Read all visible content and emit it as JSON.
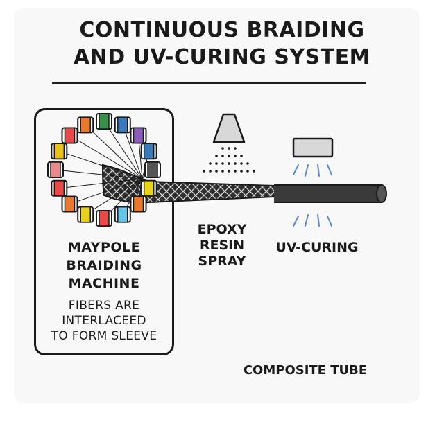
{
  "title": {
    "line1": "CONTINUOUS BRAIDING",
    "line2": "AND UV-CURING SYSTEM"
  },
  "machine": {
    "name_lines": [
      "MAYPOLE",
      "BRAIDING",
      "MACHINE"
    ],
    "desc_lines": [
      "FIBERS ARE",
      "INTERLACEED",
      "TO FORM SLEEVE"
    ],
    "spool_colors": [
      "#3a8f4a",
      "#3a78b8",
      "#8a5bb8",
      "#3a78b8",
      "#555555",
      "#e8d21e",
      "#e87a30",
      "#68c5e8",
      "#e84a4a",
      "#e8d21e",
      "#e87a30",
      "#e84a4a",
      "#e88a8a",
      "#e8c21e",
      "#e84a4a",
      "#e87a30"
    ]
  },
  "spray": {
    "label_lines": [
      "EPOXY",
      "RESIN",
      "SPRAY"
    ]
  },
  "uv": {
    "label": "UV-CURING",
    "lamp_color": "#d8d8d8",
    "ray_color": "#5a8ac8"
  },
  "tube": {
    "label": "COMPOSITE TUBE",
    "color": "#3a3a3a"
  }
}
